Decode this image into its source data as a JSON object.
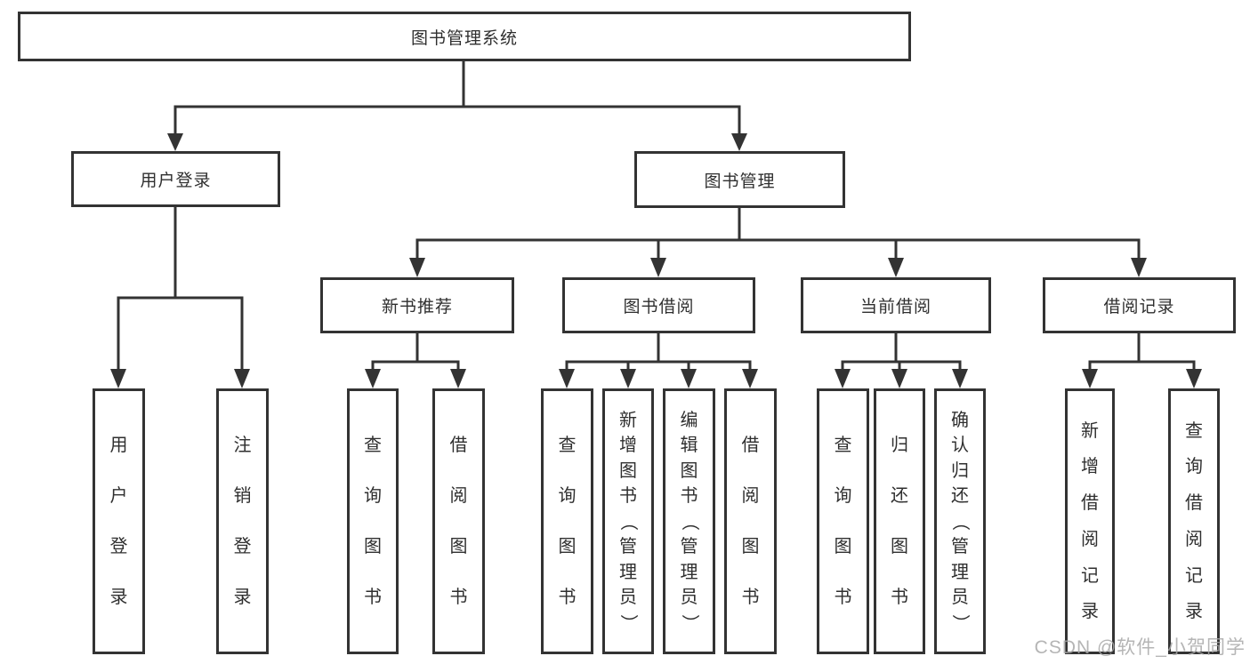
{
  "colors": {
    "line": "#333333",
    "text": "#2f2f2f",
    "background": "#ffffff",
    "watermark": "#a8a8a8"
  },
  "diagram": {
    "root": {
      "label": "图书管理系统"
    },
    "login": {
      "label": "用户登录",
      "children": [
        {
          "label": "用户登录"
        },
        {
          "label": "注销登录"
        }
      ]
    },
    "manage": {
      "label": "图书管理",
      "sections": [
        {
          "label": "新书推荐",
          "children": [
            {
              "label": "查询图书"
            },
            {
              "label": "借阅图书"
            }
          ]
        },
        {
          "label": "图书借阅",
          "children": [
            {
              "label": "查询图书"
            },
            {
              "label": "新增图书（管理员）"
            },
            {
              "label": "编辑图书（管理员）"
            },
            {
              "label": "借阅图书"
            }
          ]
        },
        {
          "label": "当前借阅",
          "children": [
            {
              "label": "查询图书"
            },
            {
              "label": "归还图书"
            },
            {
              "label": "确认归还（管理员）"
            }
          ]
        },
        {
          "label": "借阅记录",
          "children": [
            {
              "label": "新增借阅记录"
            },
            {
              "label": "查询借阅记录"
            }
          ]
        }
      ]
    }
  },
  "watermark": {
    "text": "CSDN @软件_小贺同学"
  }
}
